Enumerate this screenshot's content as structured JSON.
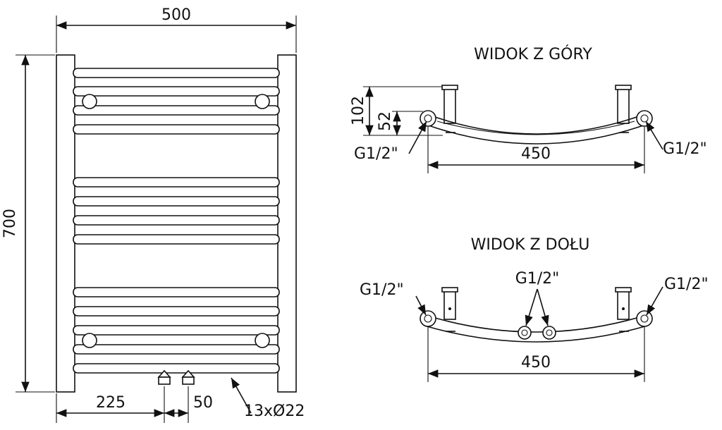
{
  "front": {
    "width": "500",
    "height": "700",
    "offset": "225",
    "spacing": "50",
    "tubes": "13xØ22"
  },
  "top_view": {
    "title": "WIDOK Z GÓRY",
    "depth_outer": "102",
    "depth_inner": "52",
    "span": "450",
    "conn_left": "G1/2\"",
    "conn_right": "G1/2\""
  },
  "bottom_view": {
    "title": "WIDOK Z DOŁU",
    "span": "450",
    "conn_left": "G1/2\"",
    "conn_center": "G1/2\"",
    "conn_right": "G1/2\""
  }
}
